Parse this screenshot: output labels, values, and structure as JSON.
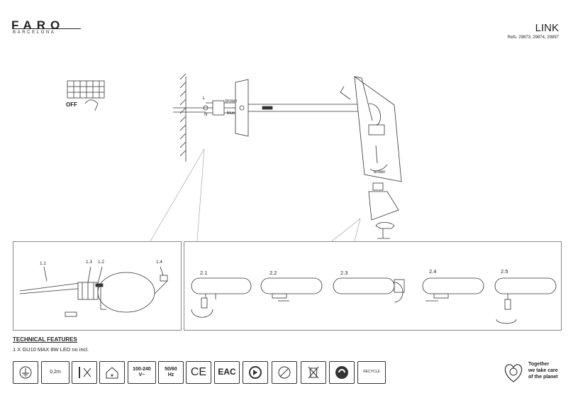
{
  "header": {
    "brand": "FARO",
    "brand_sub": "BARCELONA",
    "product": "LINK",
    "refs": "Refs. 29873, 29874, 29897"
  },
  "install": {
    "off_label": "OFF",
    "wire_l": "L",
    "wire_n": "N",
    "wire_brown": "brown",
    "wire_blue": "blue",
    "lamp_wire": "brown"
  },
  "steps": {
    "callouts": [
      "1.1",
      "1.3",
      "1.2",
      "1.4"
    ],
    "labels": [
      "2.1",
      "2.2",
      "2.3",
      "2.4",
      "2.5"
    ]
  },
  "tech": {
    "title": "TECHNICAL FEATURES",
    "line": "1 X GU10 MAX 8W LED no incl."
  },
  "icons": {
    "distance": "0,2m",
    "voltage_1": "100-240",
    "voltage_2": "V~",
    "freq_1": "50/60",
    "freq_2": "Hz",
    "ce": "CE",
    "eac": "EAC",
    "recycle": "RECYCLE"
  },
  "eco": {
    "line1": "Together",
    "line2": "we take care",
    "line3": "of the planet"
  }
}
